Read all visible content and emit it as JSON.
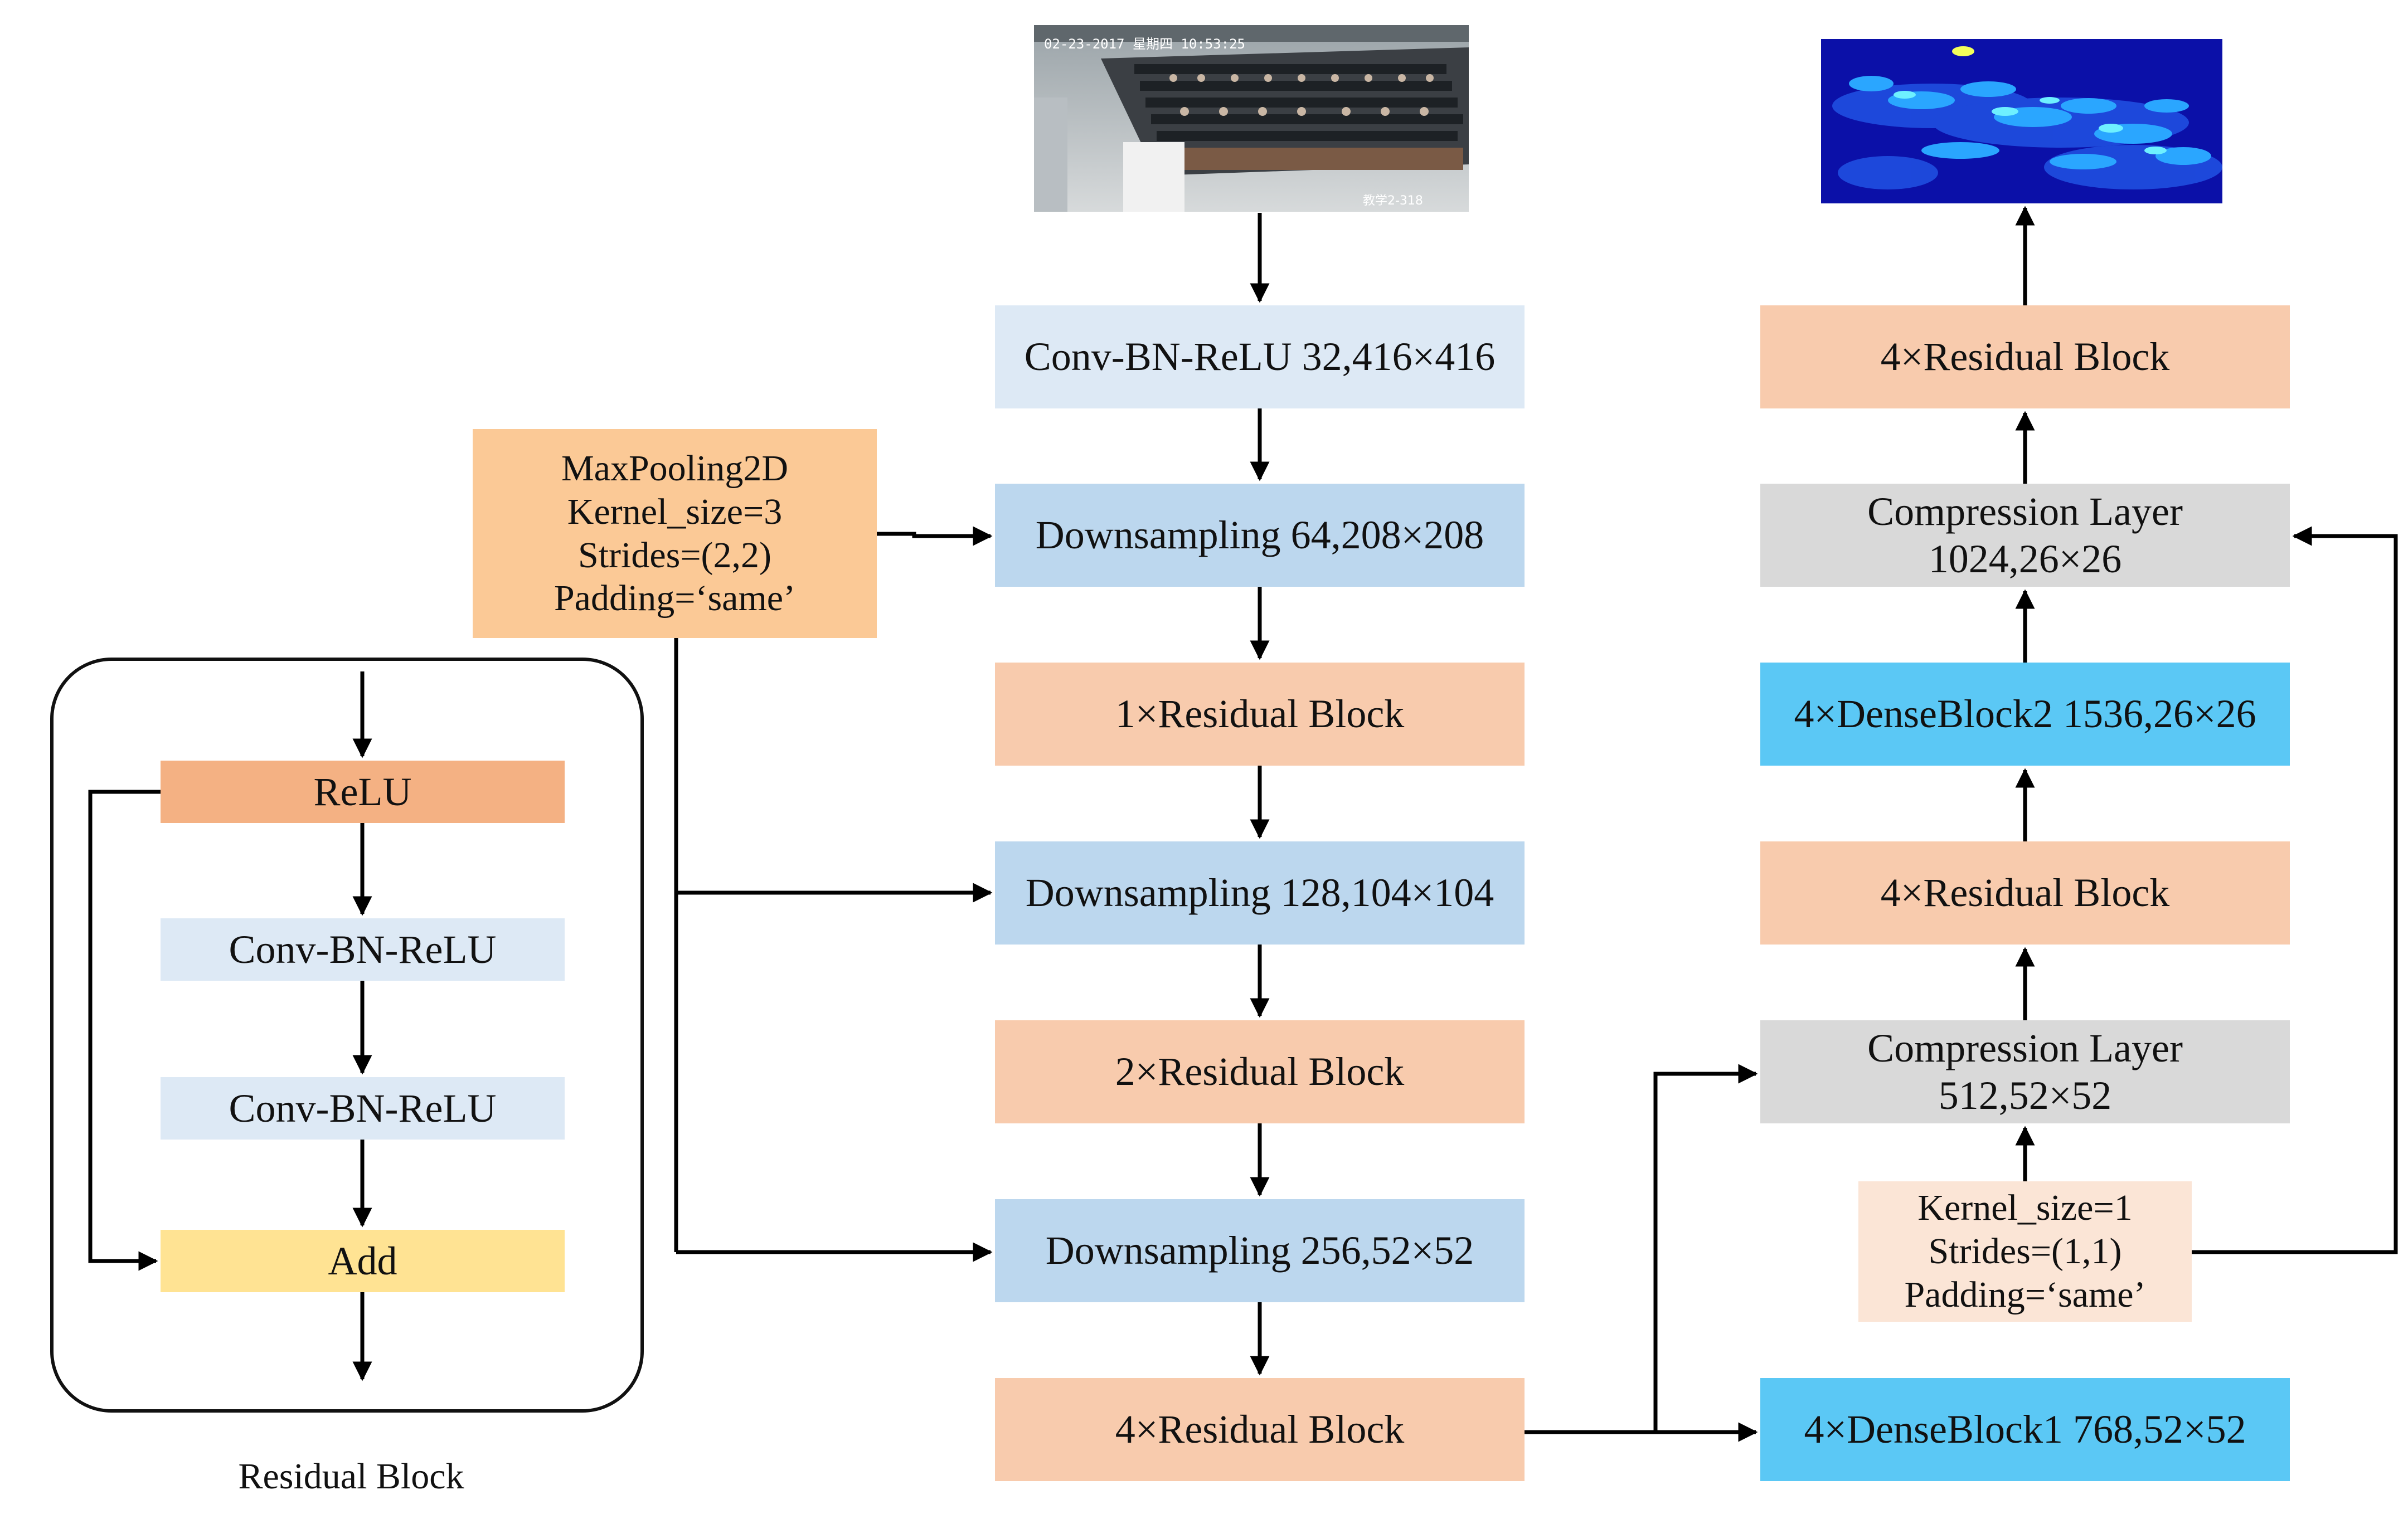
{
  "colors": {
    "light_blue": "#dde9f5",
    "mid_blue": "#bcd7ee",
    "salmon": "#f8cbad",
    "orange": "#fbc996",
    "relu": "#f4b183",
    "add": "#ffe393",
    "gray": "#d9d9d9",
    "cyan": "#5bc8f5",
    "cream": "#fbe5d6",
    "arrow": "#000000"
  },
  "input_image": {
    "timestamp": "02-23-2017 星期四 10:53:25",
    "room_label": "教学2-318"
  },
  "output_image": {
    "description_icon": "density-heatmap"
  },
  "main": {
    "conv": "Conv-BN-ReLU 32,416×416",
    "down1": "Downsampling  64,208×208",
    "res1": "1×Residual Block",
    "down2": "Downsampling  128,104×104",
    "res2": "2×Residual Block",
    "down3": "Downsampling  256,52×52",
    "res4": "4×Residual Block"
  },
  "maxpool": "MaxPooling2D\nKernel_size=3\nStrides=(2,2)\nPadding=‘same’",
  "right": {
    "dense1": "4×DenseBlock1 768,52×52",
    "kernel": "Kernel_size=1\nStrides=(1,1)\nPadding=‘same’",
    "comp1": "Compression Layer\n512,52×52",
    "res4a": "4×Residual Block",
    "dense2": "4×DenseBlock2 1536,26×26",
    "comp2": "Compression Layer\n1024,26×26",
    "res4b": "4×Residual Block"
  },
  "residual_block": {
    "relu": "ReLU",
    "conv1": "Conv-BN-ReLU",
    "conv2": "Conv-BN-ReLU",
    "add": "Add",
    "caption": "Residual Block"
  }
}
